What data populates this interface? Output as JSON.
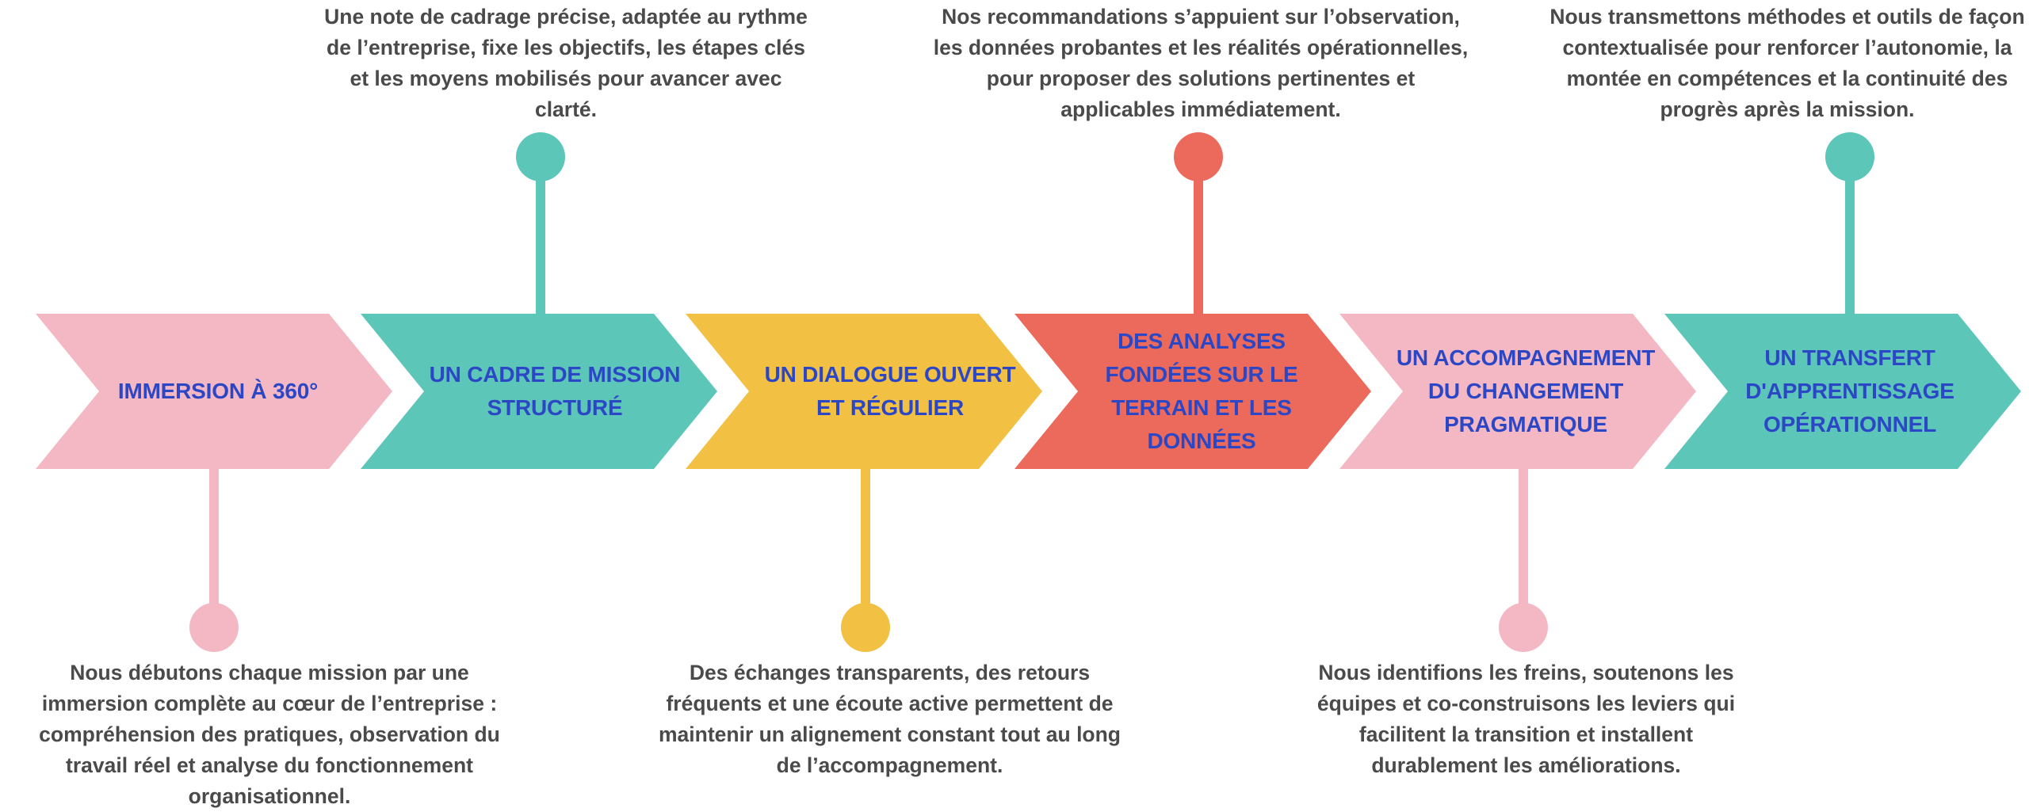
{
  "colors": {
    "pink": "#f4b8c4",
    "teal": "#5cc6b8",
    "yellow": "#f2c043",
    "red": "#ec6a5c",
    "label": "#2b47c6",
    "description": "#4a4a4a"
  },
  "steps": [
    {
      "title": "IMMERSION À 360°",
      "color": "pink",
      "position": "bottom",
      "description": "Nous débutons chaque mission par une immersion complète au cœur de l’entreprise : compréhension des pratiques, observation du travail réel et analyse du fonctionnement organisationnel."
    },
    {
      "title": "UN CADRE DE MISSION STRUCTURÉ",
      "color": "teal",
      "position": "top",
      "description": "Une note de cadrage précise, adaptée au rythme de l’entreprise, fixe les objectifs, les étapes clés et les moyens mobilisés pour avancer avec clarté."
    },
    {
      "title": "UN DIALOGUE OUVERT ET RÉGULIER",
      "color": "yellow",
      "position": "bottom",
      "description": "Des échanges transparents, des retours fréquents et une écoute active permettent de maintenir un alignement constant tout au long de l’accompagnement."
    },
    {
      "title": "DES ANALYSES FONDÉES SUR LE TERRAIN ET LES DONNÉES",
      "color": "red",
      "position": "top",
      "description": "Nos recommandations s’appuient sur l’observation, les données probantes et les réalités opérationnelles, pour proposer des solutions pertinentes et applicables immédiatement."
    },
    {
      "title": "UN ACCOMPAGNEMENT DU CHANGEMENT PRAGMATIQUE",
      "color": "pink",
      "position": "bottom",
      "description": "Nous identifions les freins, soutenons les équipes et co-construisons les leviers qui facilitent la transition et installent durablement les améliorations."
    },
    {
      "title": "UN TRANSFERT D'APPRENTISSAGE OPÉRATIONNEL",
      "color": "teal",
      "position": "top",
      "description": "Nous transmettons méthodes et outils de façon contextualisée pour renforcer l’autonomie, la montée en compétences et la continuité des progrès après la mission."
    }
  ]
}
